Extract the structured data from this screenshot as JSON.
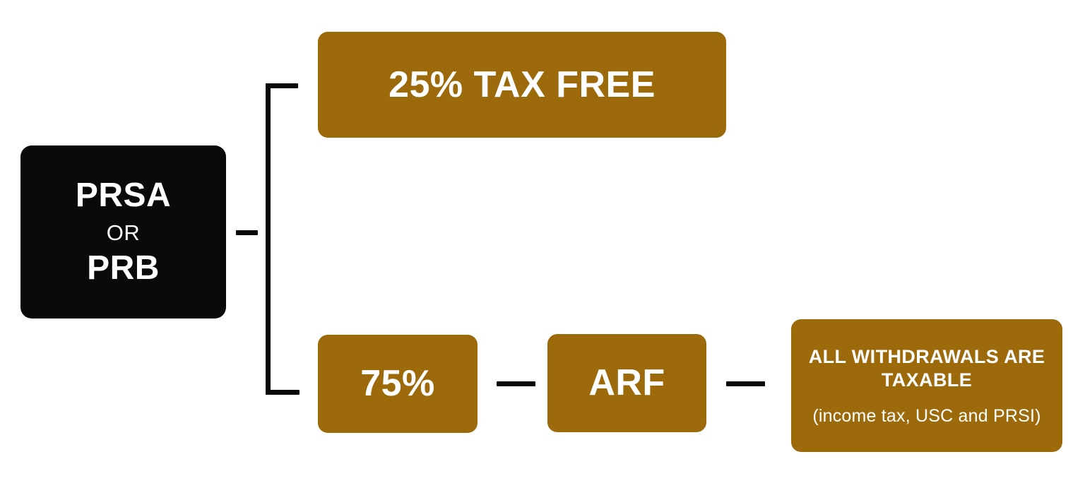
{
  "diagram": {
    "title_hidden": "",
    "colors": {
      "gold": "#9c6a0a",
      "black": "#0a0a0a",
      "text_on_fill": "#ffffff",
      "background": "#ffffff"
    },
    "nodes": {
      "source": {
        "line1": "PRSA",
        "line2": "OR",
        "line3": "PRB"
      },
      "tax_free": {
        "label": "25% TAX FREE"
      },
      "seventy_five": {
        "label": "75%"
      },
      "arf": {
        "label": "ARF"
      },
      "withdrawals": {
        "label": "ALL WITHDRAWALS ARE TAXABLE",
        "sublabel": "(income tax, USC and PRSI)"
      }
    },
    "connectors": [
      {
        "name": "source-to-bracket",
        "kind": "dash"
      },
      {
        "name": "bracket-top-to-tax-free",
        "kind": "bracket-arm"
      },
      {
        "name": "bracket-bottom-to-seventy-five",
        "kind": "bracket-arm"
      },
      {
        "name": "seventy-five-to-arf",
        "kind": "dash"
      },
      {
        "name": "arf-to-withdrawals",
        "kind": "dash"
      }
    ]
  }
}
